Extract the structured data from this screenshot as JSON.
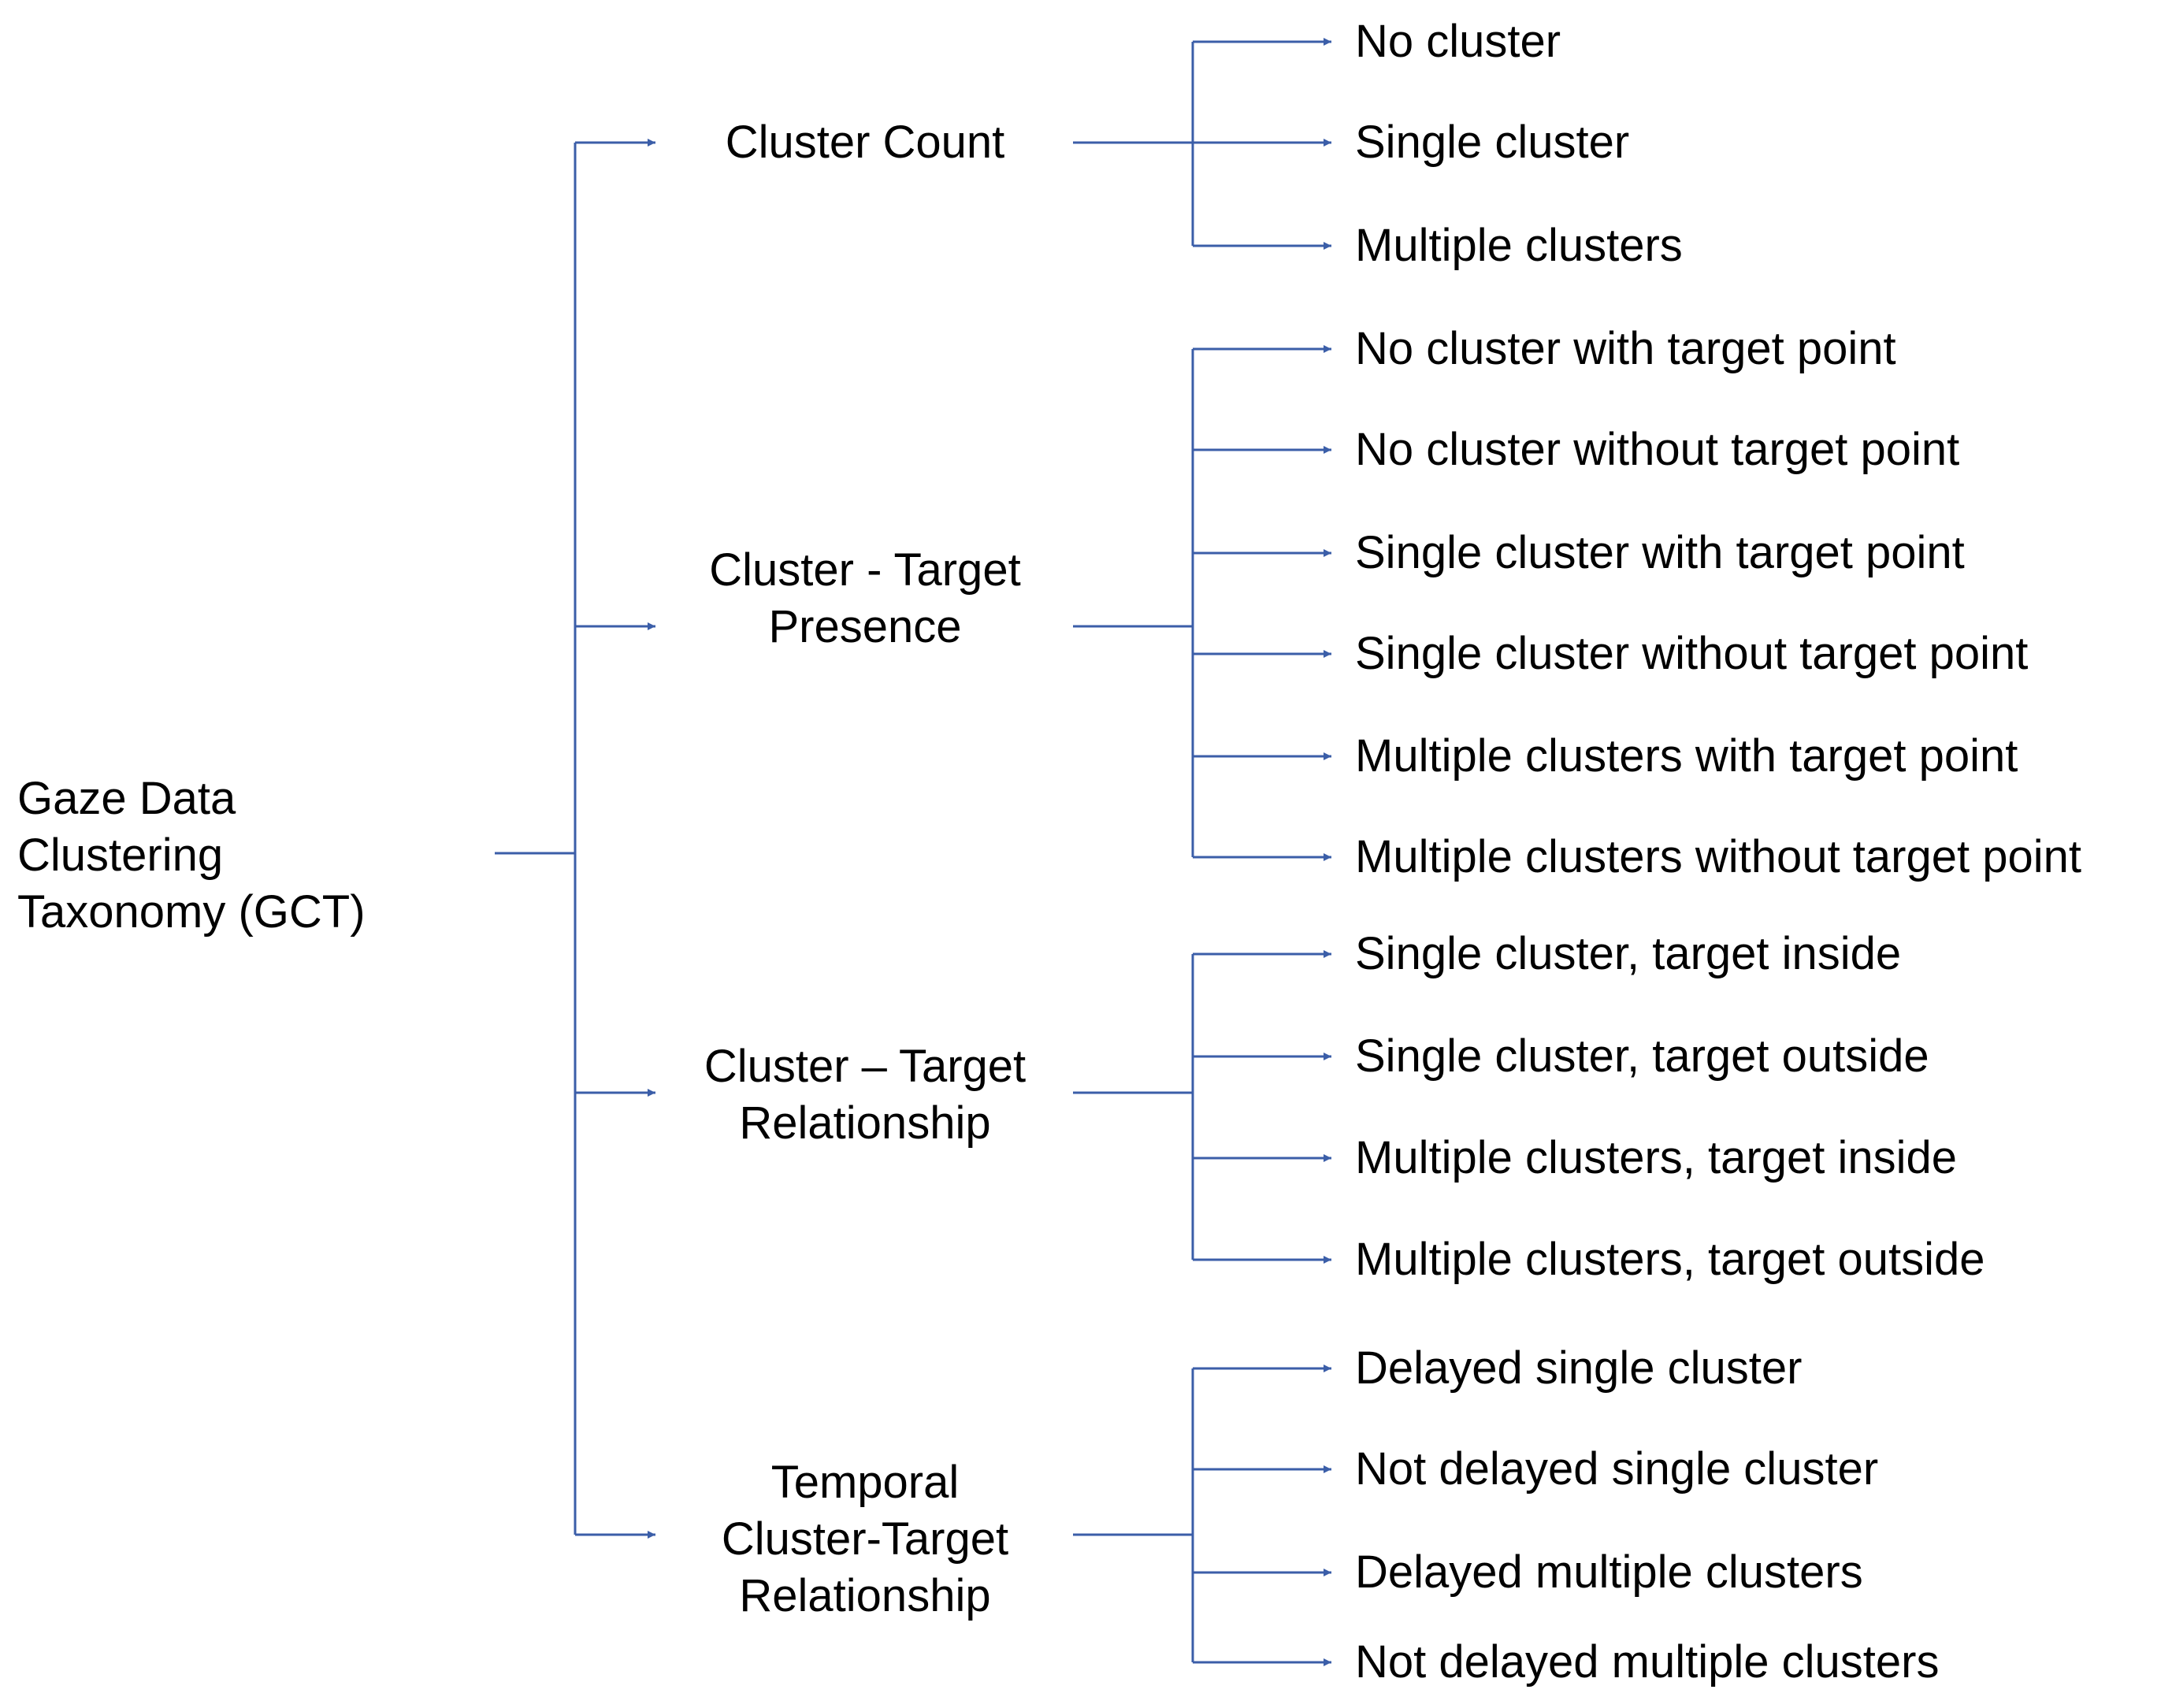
{
  "diagram": {
    "root": {
      "label": "Gaze Data\nClustering\nTaxonomy (GCT)"
    },
    "categories": [
      {
        "label": "Cluster Count",
        "children": [
          "No cluster",
          "Single cluster",
          "Multiple clusters"
        ]
      },
      {
        "label": "Cluster - Target\nPresence",
        "children": [
          "No cluster with target point",
          "No cluster without target point",
          "Single cluster with target point",
          "Single cluster without target point",
          "Multiple clusters with target point",
          "Multiple clusters without target point"
        ]
      },
      {
        "label": "Cluster – Target\nRelationship",
        "children": [
          "Single cluster, target inside",
          "Single cluster, target outside",
          "Multiple clusters, target inside",
          "Multiple clusters, target outside"
        ]
      },
      {
        "label": "Temporal\nCluster-Target\nRelationship",
        "children": [
          "Delayed single cluster",
          "Not delayed single cluster",
          "Delayed multiple clusters",
          "Not delayed multiple clusters"
        ]
      }
    ],
    "colors": {
      "connector": "#3b5ea8",
      "text": "#000000"
    }
  }
}
